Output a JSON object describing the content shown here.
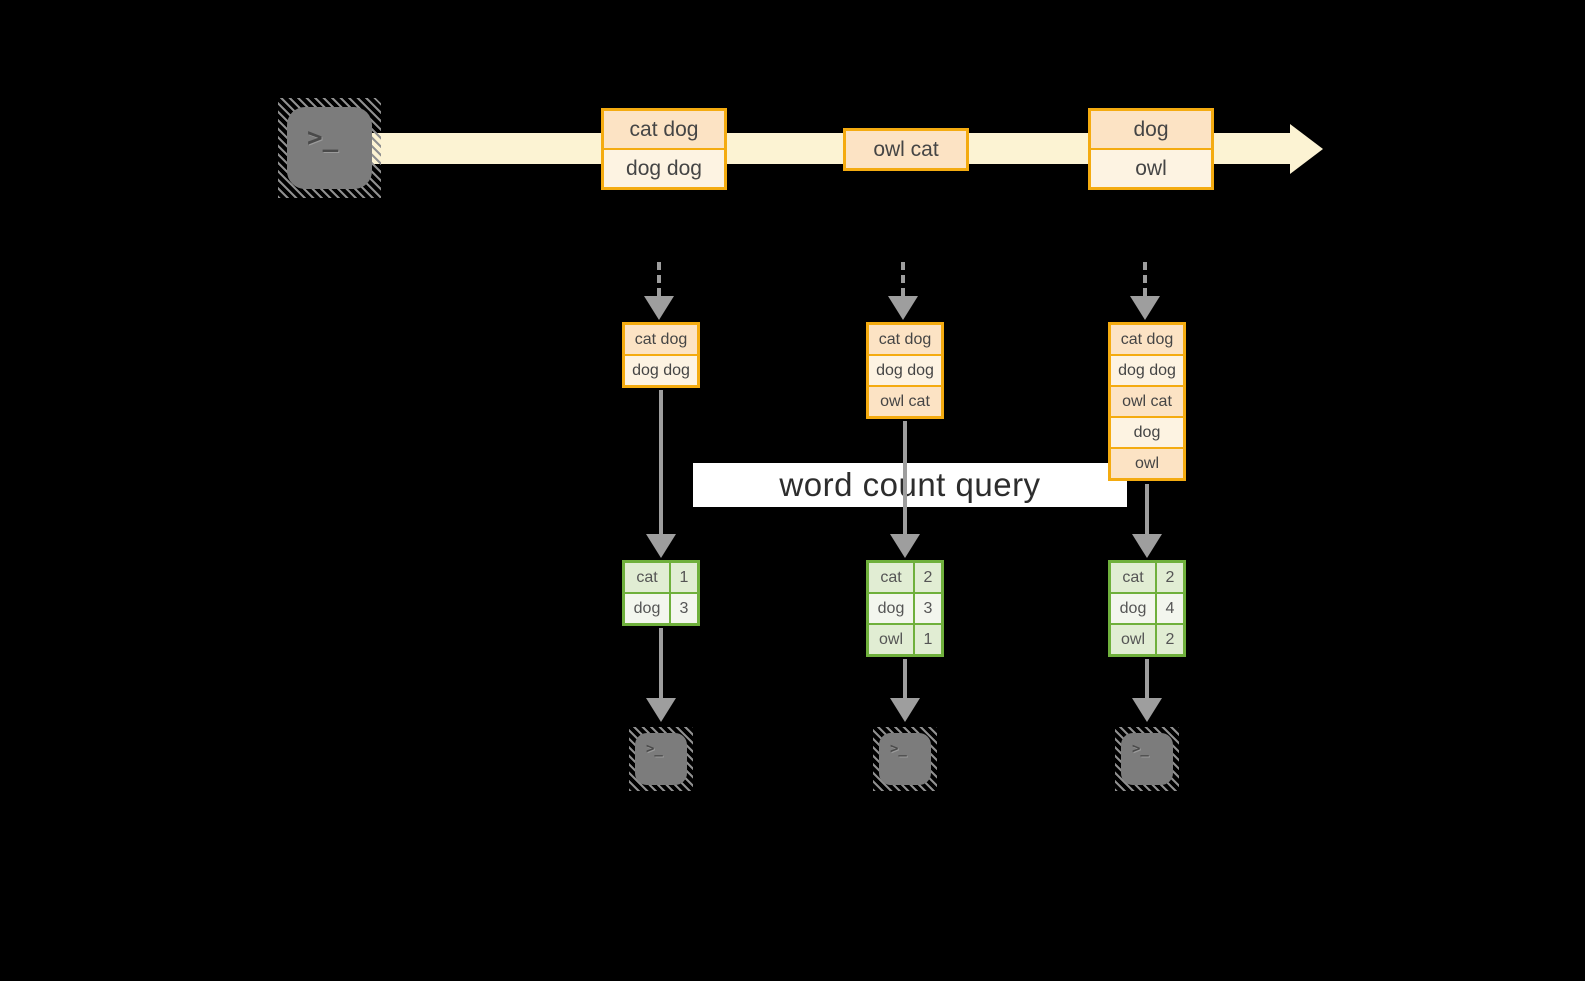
{
  "diagram": {
    "title_hint": "streaming word count query",
    "query_label": "word count query",
    "terminal_glyph": ">_",
    "colors": {
      "background": "#000000",
      "stream_band": "#fcf3d3",
      "box_border": "#f4ab10",
      "box_fill_peach": "#fce3c4",
      "box_fill_cream": "#fdf3e2",
      "table_border": "#6fb03c",
      "table_row_green": "#e1edd3",
      "table_row_white": "#f3f6ee",
      "arrow_gray": "#9e9e9e",
      "terminal_gray": "#7c7c7c",
      "banner_bg": "#ffffff"
    },
    "stream": {
      "batches": [
        {
          "lines": [
            "cat dog",
            "dog dog"
          ]
        },
        {
          "lines": [
            "owl cat"
          ]
        },
        {
          "lines": [
            "dog",
            "owl"
          ]
        }
      ]
    },
    "branches": [
      {
        "buffer": [
          "cat dog",
          "dog dog"
        ],
        "counts": [
          {
            "word": "cat",
            "count": "1"
          },
          {
            "word": "dog",
            "count": "3"
          }
        ]
      },
      {
        "buffer": [
          "cat dog",
          "dog dog",
          "owl cat"
        ],
        "counts": [
          {
            "word": "cat",
            "count": "2"
          },
          {
            "word": "dog",
            "count": "3"
          },
          {
            "word": "owl",
            "count": "1"
          }
        ]
      },
      {
        "buffer": [
          "cat dog",
          "dog dog",
          "owl cat",
          "dog",
          "owl"
        ],
        "counts": [
          {
            "word": "cat",
            "count": "2"
          },
          {
            "word": "dog",
            "count": "4"
          },
          {
            "word": "owl",
            "count": "2"
          }
        ]
      }
    ]
  }
}
